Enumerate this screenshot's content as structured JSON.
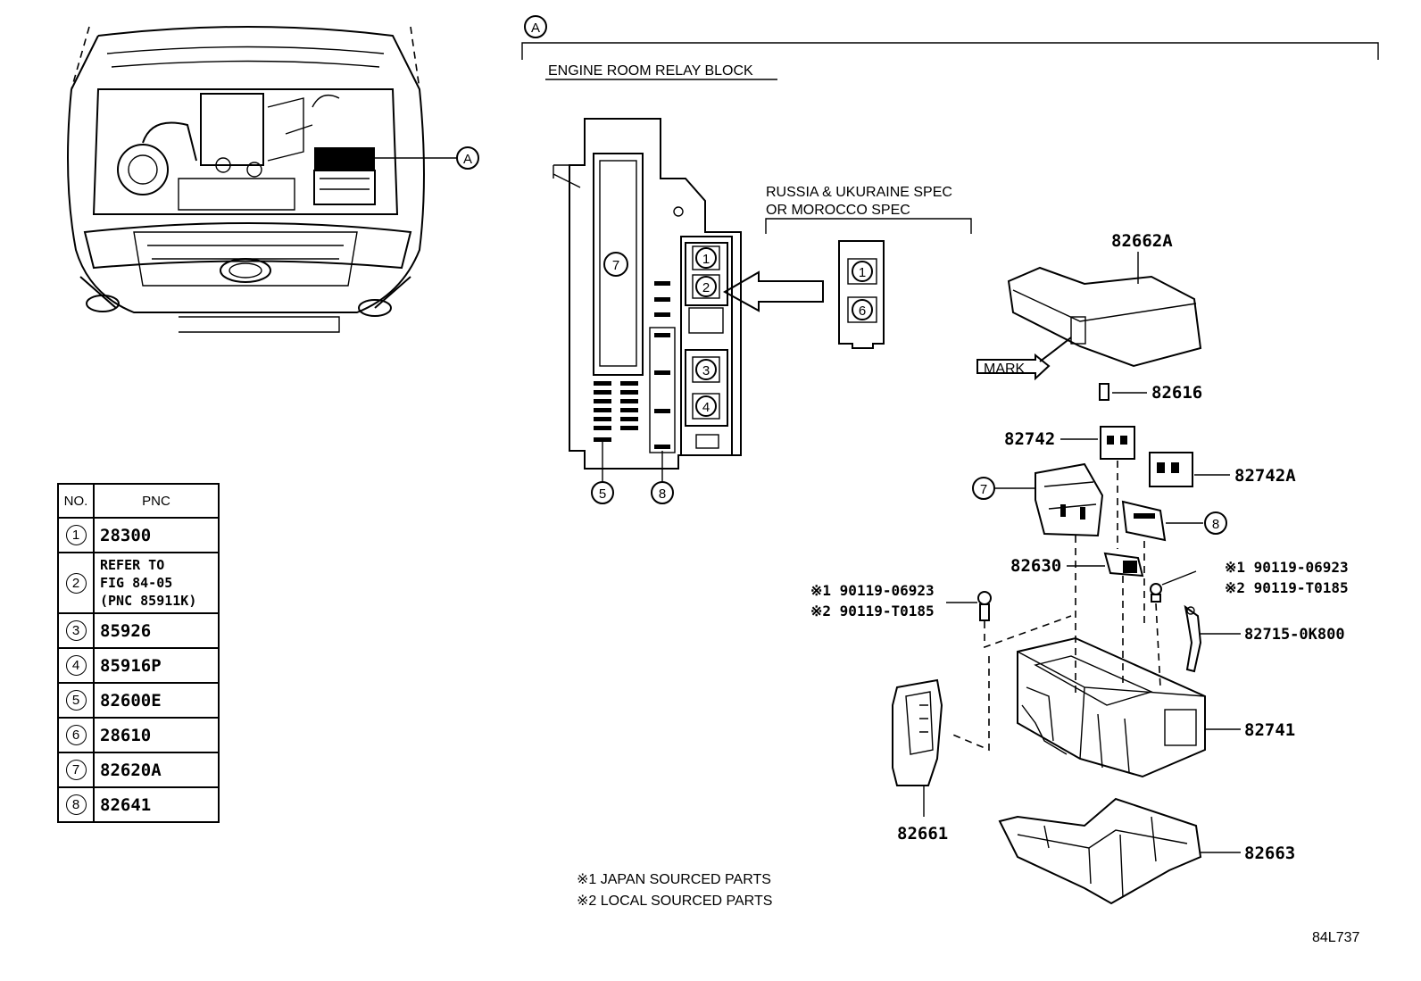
{
  "callout_letter": "A",
  "block_title": "ENGINE ROOM RELAY BLOCK",
  "spec_note": [
    "RUSSIA & UKURAINE SPEC",
    "OR  MOROCCO SPEC"
  ],
  "mark_label": "MARK",
  "circled_numbers": [
    "1",
    "2",
    "3",
    "4",
    "5",
    "6",
    "7",
    "8"
  ],
  "part_labels": {
    "p82662A": "82662A",
    "p82616": "82616",
    "p82742": "82742",
    "p82742A": "82742A",
    "p82630": "82630",
    "bolt_right_1": "※1 90119-06923",
    "bolt_right_2": "※2 90119-T0185",
    "bolt_left_1": "※1 90119-06923",
    "bolt_left_2": "※2 90119-T0185",
    "p82715": "82715-0K800",
    "p82741": "82741",
    "p82661": "82661",
    "p82663": "82663"
  },
  "footnotes": [
    "※1  JAPAN SOURCED PARTS",
    "※2  LOCAL SOURCED PARTS"
  ],
  "figure_code": "84L737",
  "table": {
    "header_no": "NO.",
    "header_pnc": "PNC",
    "rows": [
      {
        "no": "1",
        "pnc": "28300"
      },
      {
        "no": "2",
        "pnc": "REFER TO\nFIG 84-05\n(PNC 85911K)"
      },
      {
        "no": "3",
        "pnc": "85926"
      },
      {
        "no": "4",
        "pnc": "85916P"
      },
      {
        "no": "5",
        "pnc": "82600E"
      },
      {
        "no": "6",
        "pnc": "28610"
      },
      {
        "no": "7",
        "pnc": "82620A"
      },
      {
        "no": "8",
        "pnc": "82641"
      }
    ]
  }
}
